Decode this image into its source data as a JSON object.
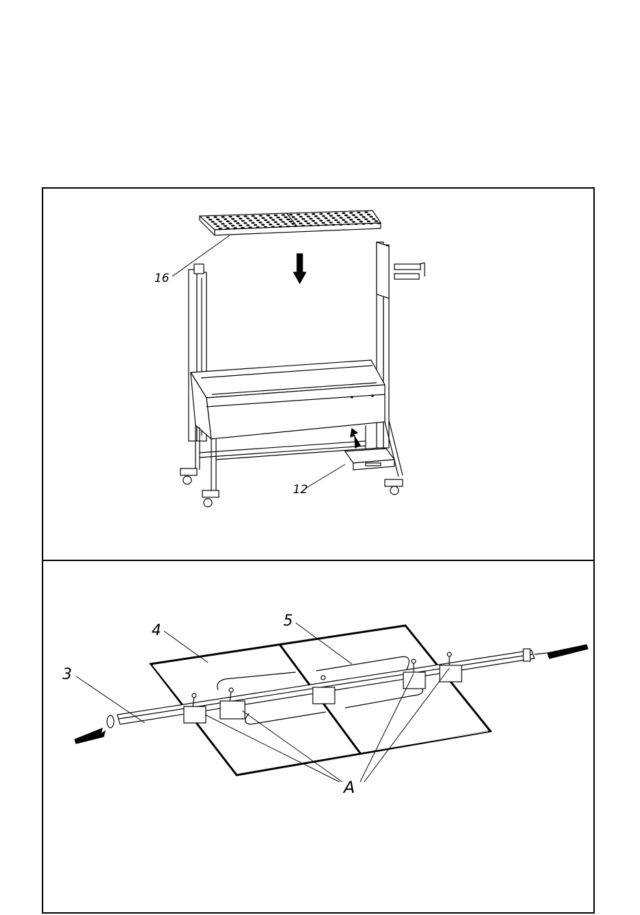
{
  "panel_top": {
    "callouts": {
      "grill_grate": "16",
      "ash_tray": "12"
    }
  },
  "panel_bottom": {
    "callouts": {
      "spit_rod": "3",
      "basket_frame": "4",
      "forks": "5",
      "wing_screws": "A"
    }
  }
}
